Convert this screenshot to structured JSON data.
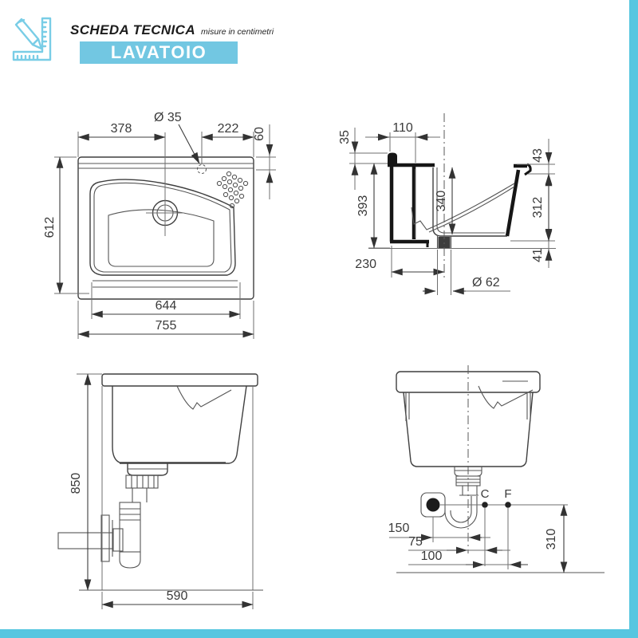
{
  "header": {
    "icon": "pencil-ruler-icon",
    "title": "SCHEDA TECNICA",
    "subtitle": "misure in centimetri",
    "product": "LAVATOIO"
  },
  "colors": {
    "accent": "#72c7e2",
    "edge": "#56c6e0",
    "ink": "#3c3c3c"
  },
  "plan": {
    "left_to_drain": "378",
    "tap_hole": "Ø 35",
    "tap_to_edge": "222",
    "back_ledge": "60",
    "depth": "612",
    "inner_width": "644",
    "total_width": "755"
  },
  "section": {
    "back_lip": "35",
    "deck_width": "110",
    "rim_lip": "43",
    "left_height": "393",
    "bowl_depth": "340",
    "right_height": "312",
    "base_foot": "41",
    "wall_to_drain": "230",
    "drain_diameter": "Ø 62"
  },
  "side": {
    "floor_to_rim": "850",
    "base_width": "590"
  },
  "install": {
    "point_c": "C",
    "point_f": "F",
    "trap_to_axis": "150",
    "axis_to_c": "75",
    "c_to_f": "100",
    "outlet_height": "310"
  }
}
